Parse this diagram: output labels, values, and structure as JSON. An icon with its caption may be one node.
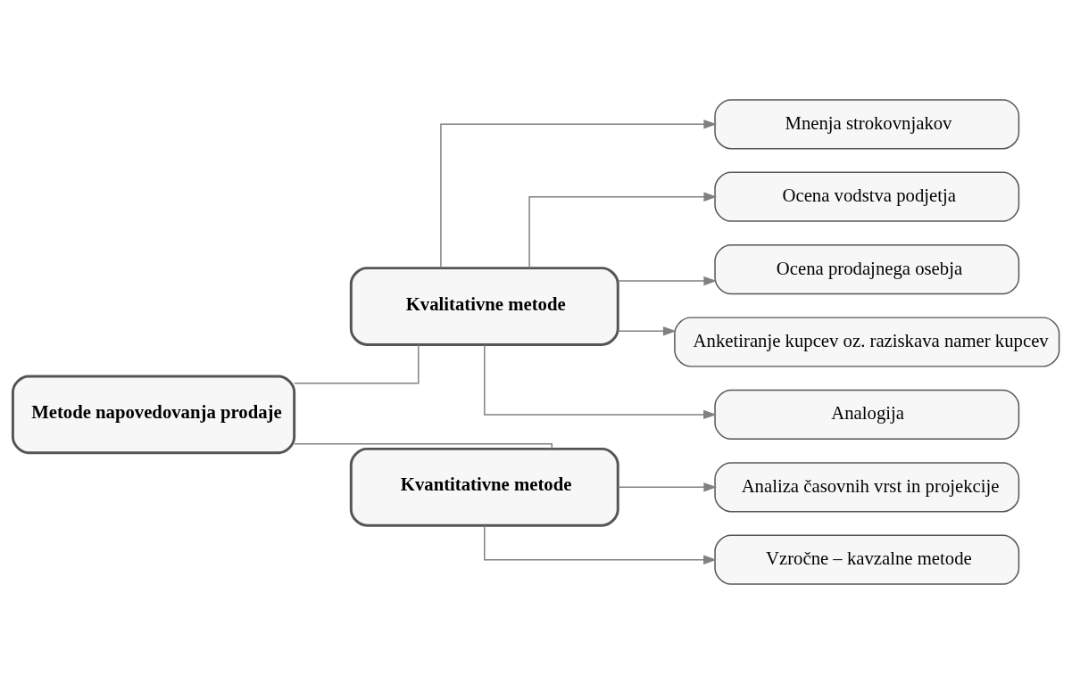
{
  "diagram": {
    "nodes": [
      {
        "text": [
          "Metode napovedovanja prodaje"
        ]
      },
      {
        "text": [
          "Kvalitativne metode"
        ]
      },
      {
        "text": [
          "Kvantitativne metode"
        ]
      },
      {
        "text": [
          "Mnenja strokovnjakov"
        ]
      },
      {
        "text": [
          "Ocena vodstva podjetja"
        ]
      },
      {
        "text": [
          "Ocena prodajnega osebja"
        ]
      },
      {
        "text": [
          "Anketiranje kupcev oz. raziskava namer kupcev"
        ]
      },
      {
        "text": [
          "Analogija"
        ]
      },
      {
        "text": [
          "Analiza časovnih vrst in projekcije"
        ]
      },
      {
        "text": [
          "Vzročne – kavzalne metode"
        ]
      }
    ],
    "edges": [
      {
        "from": 0,
        "to": 1,
        "arrow": "none"
      },
      {
        "from": 0,
        "to": 2,
        "arrow": "none"
      },
      {
        "from": 1,
        "to": 3,
        "arrow": "to"
      },
      {
        "from": 1,
        "to": 4,
        "arrow": "to"
      },
      {
        "from": 1,
        "to": 5,
        "arrow": "to"
      },
      {
        "from": 1,
        "to": 6,
        "arrow": "to"
      },
      {
        "from": 1,
        "to": 7,
        "arrow": "to"
      },
      {
        "from": 2,
        "to": 8,
        "arrow": "to"
      },
      {
        "from": 2,
        "to": 9,
        "arrow": "to"
      }
    ]
  }
}
